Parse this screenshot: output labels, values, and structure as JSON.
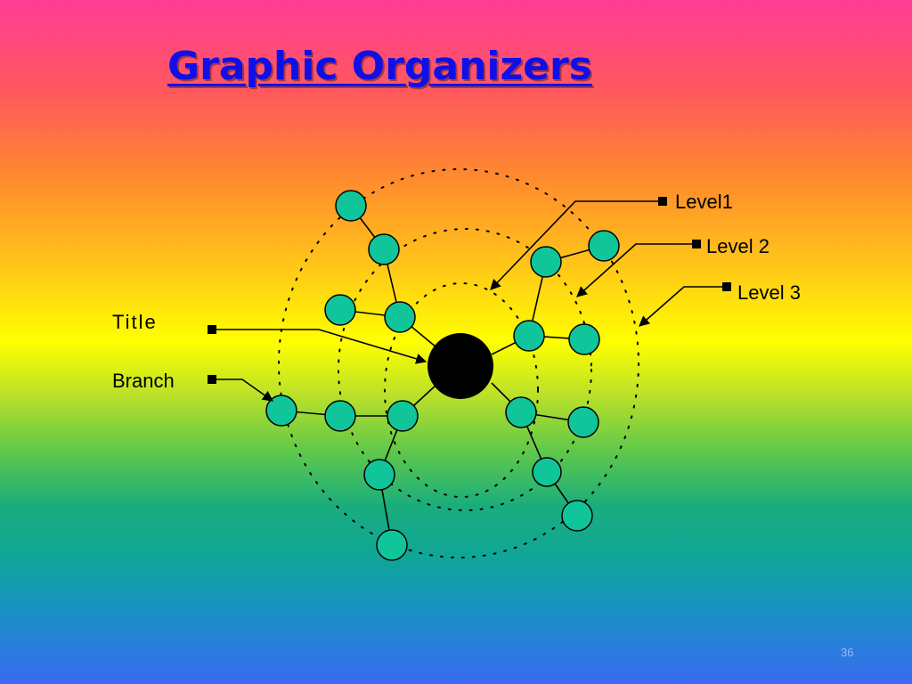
{
  "title": "Graphic Organizers",
  "slide_number": "36",
  "labels": {
    "title": "Title",
    "branch": "Branch",
    "level1": "Level1",
    "level2": "Level 2",
    "level3": "Level 3"
  },
  "colors": {
    "node_fill": "#10c59a",
    "center_fill": "#000000",
    "title_text": "#1010e6",
    "line": "#000000"
  }
}
